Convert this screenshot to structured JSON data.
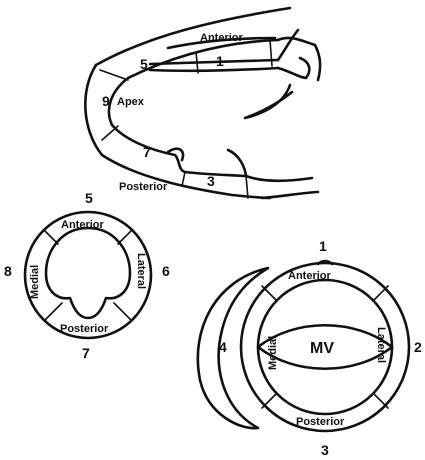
{
  "long_axis_view": {
    "labels": {
      "anterior": "Anterior",
      "apex": "Apex",
      "posterior": "Posterior"
    },
    "segments": [
      "5",
      "1",
      "9",
      "7",
      "3"
    ]
  },
  "short_axis_apical": {
    "labels": {
      "anterior": "Anterior",
      "lateral": "Lateral",
      "medial": "Medial",
      "posterior": "Posterior"
    },
    "segments": [
      "5",
      "6",
      "7",
      "8"
    ]
  },
  "short_axis_basal": {
    "labels": {
      "anterior": "Anterior",
      "lateral": "Lateral",
      "medial": "Medial",
      "posterior": "Posterior",
      "valve": "MV"
    },
    "segments": [
      "1",
      "2",
      "3",
      "4"
    ]
  }
}
